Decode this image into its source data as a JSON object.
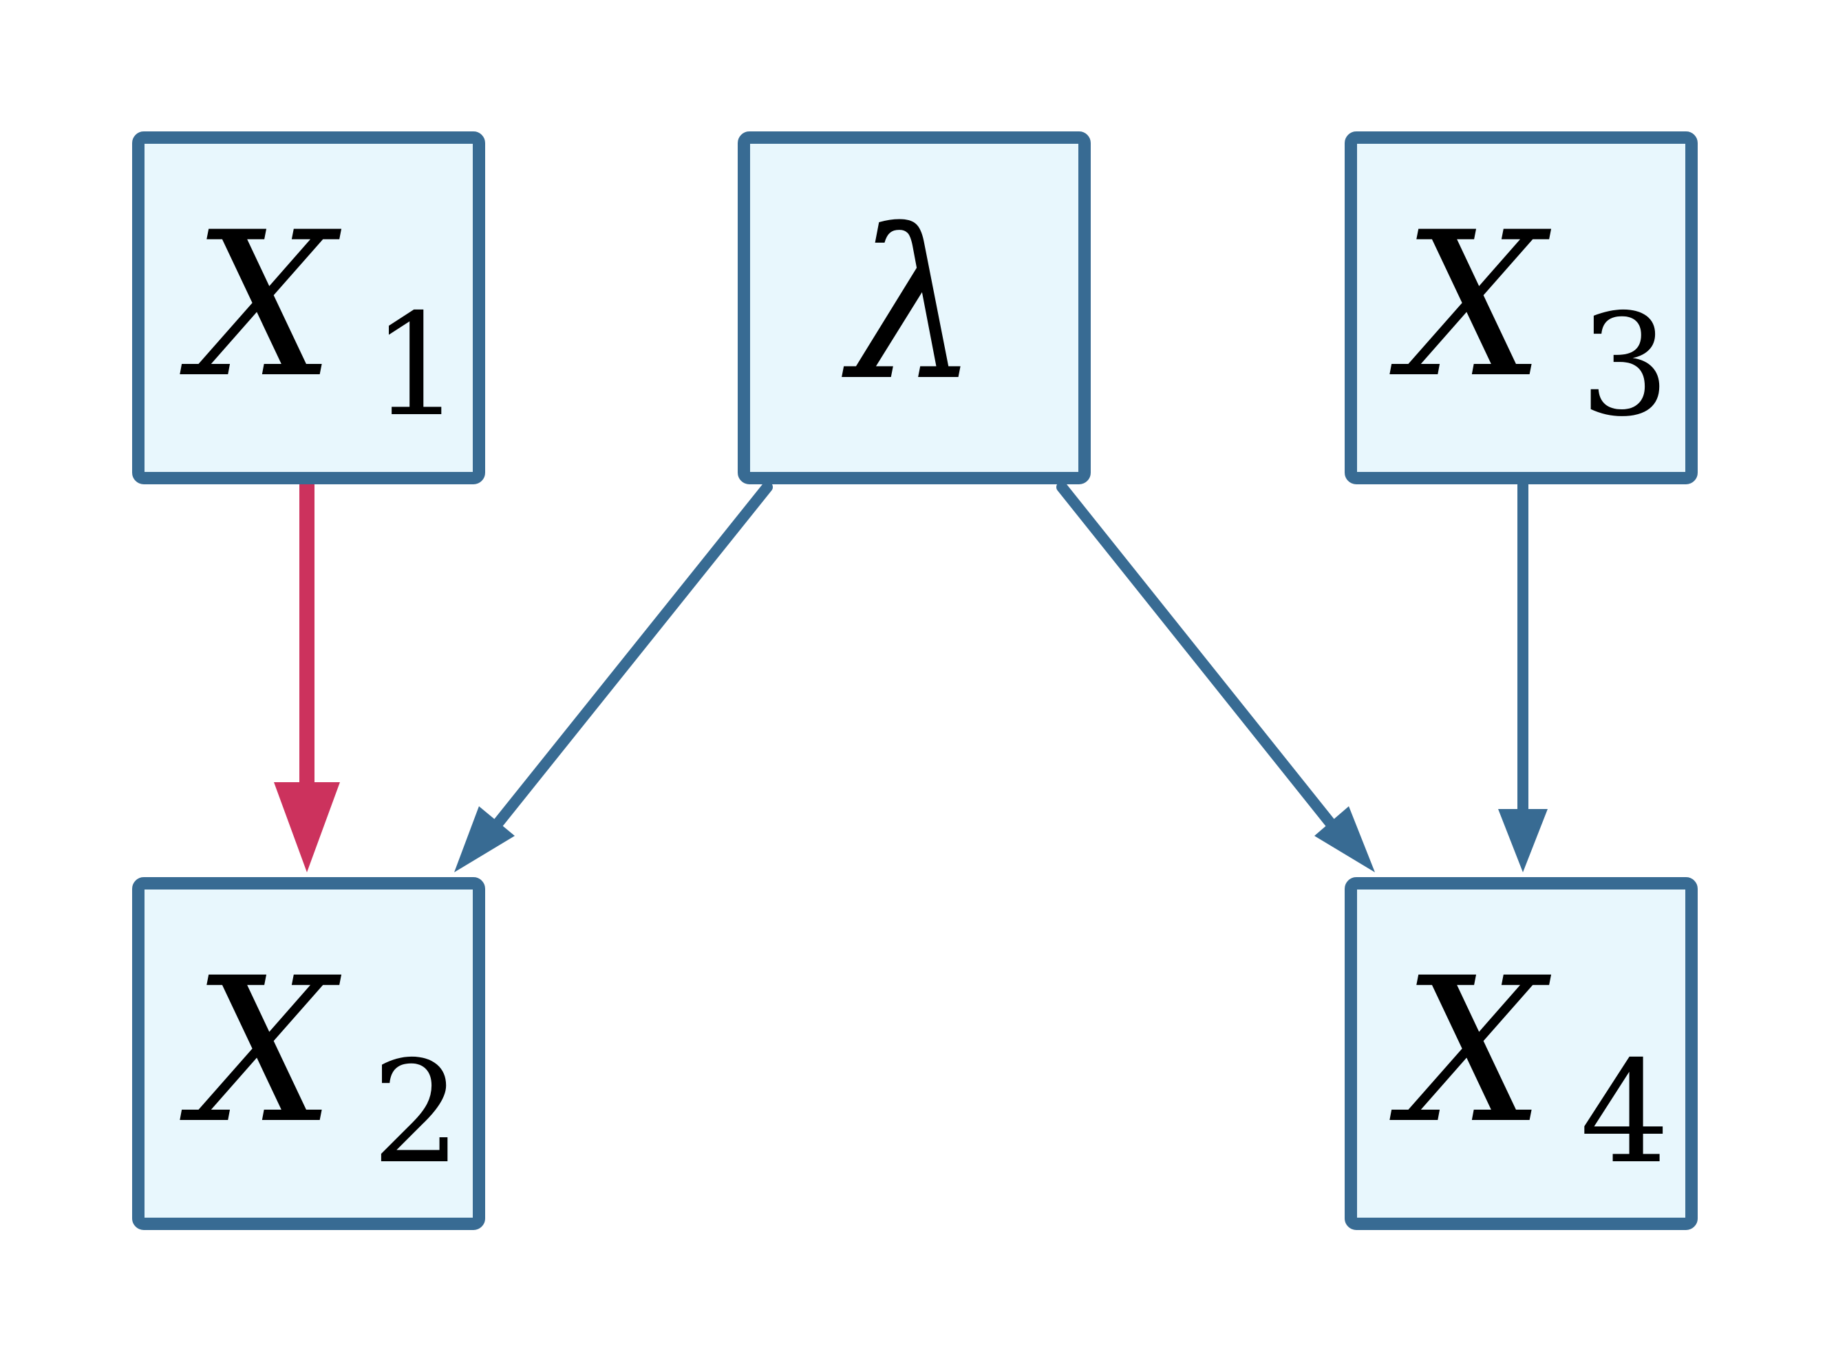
{
  "colors": {
    "node_fill": "#e8f7fd",
    "node_border": "#386b93",
    "edge_default": "#386b93",
    "edge_highlight": "#cc325d"
  },
  "nodes": {
    "x1": {
      "main": "X",
      "sub": "1"
    },
    "lambda": {
      "main": "λ"
    },
    "x3": {
      "main": "X",
      "sub": "3"
    },
    "x2": {
      "main": "X",
      "sub": "2"
    },
    "x4": {
      "main": "X",
      "sub": "4"
    }
  },
  "edges": [
    {
      "from": "X1",
      "to": "X2",
      "style": "highlight"
    },
    {
      "from": "λ",
      "to": "X2",
      "style": "default"
    },
    {
      "from": "λ",
      "to": "X4",
      "style": "default"
    },
    {
      "from": "X3",
      "to": "X4",
      "style": "default"
    }
  ]
}
